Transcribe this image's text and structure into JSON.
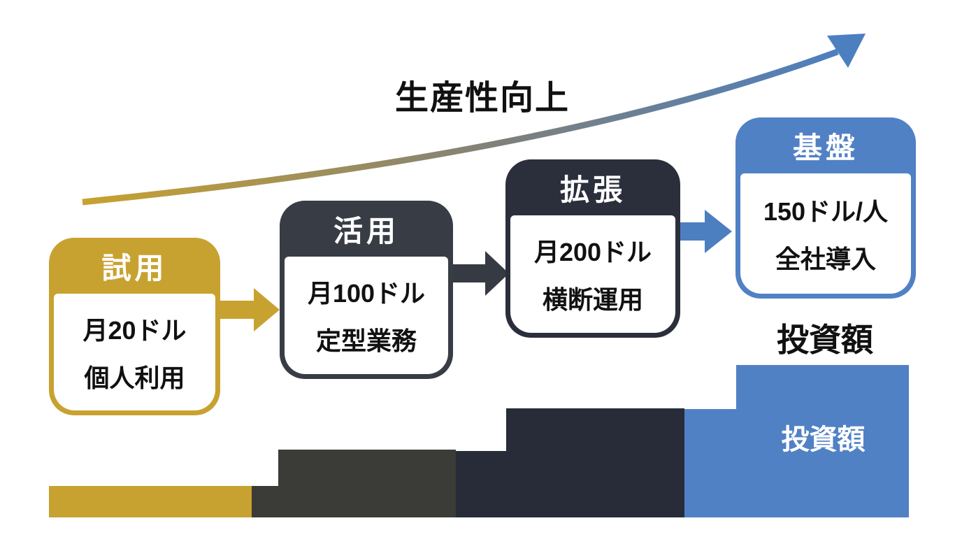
{
  "title": "生産性向上",
  "colors": {
    "gold": "#C8A230",
    "darkslate": "#383D45",
    "navy": "#2B2F3B",
    "blue": "#5181C5",
    "graphite": "#3B3B38",
    "navybar": "#272C38",
    "bluebar": "#5181C5",
    "arrowgold": "#C8A230",
    "arrowdark": "#363A42",
    "arrowblue": "#4C7FC0",
    "curvemid": "#7E807B",
    "ink": "#111111",
    "textwhite": "#FFFFFF"
  },
  "stages": [
    {
      "label": "試用",
      "line1": "月20ドル",
      "line2": "個人利用"
    },
    {
      "label": "活用",
      "line1": "月100ドル",
      "line2": "定型業務"
    },
    {
      "label": "拡張",
      "line1": "月200ドル",
      "line2": "横断運用"
    },
    {
      "label": "基盤",
      "line1": "150ドル/人",
      "line2": "全社導入"
    }
  ],
  "labels": {
    "investment": "投資額",
    "investment_bar": "投資額"
  }
}
